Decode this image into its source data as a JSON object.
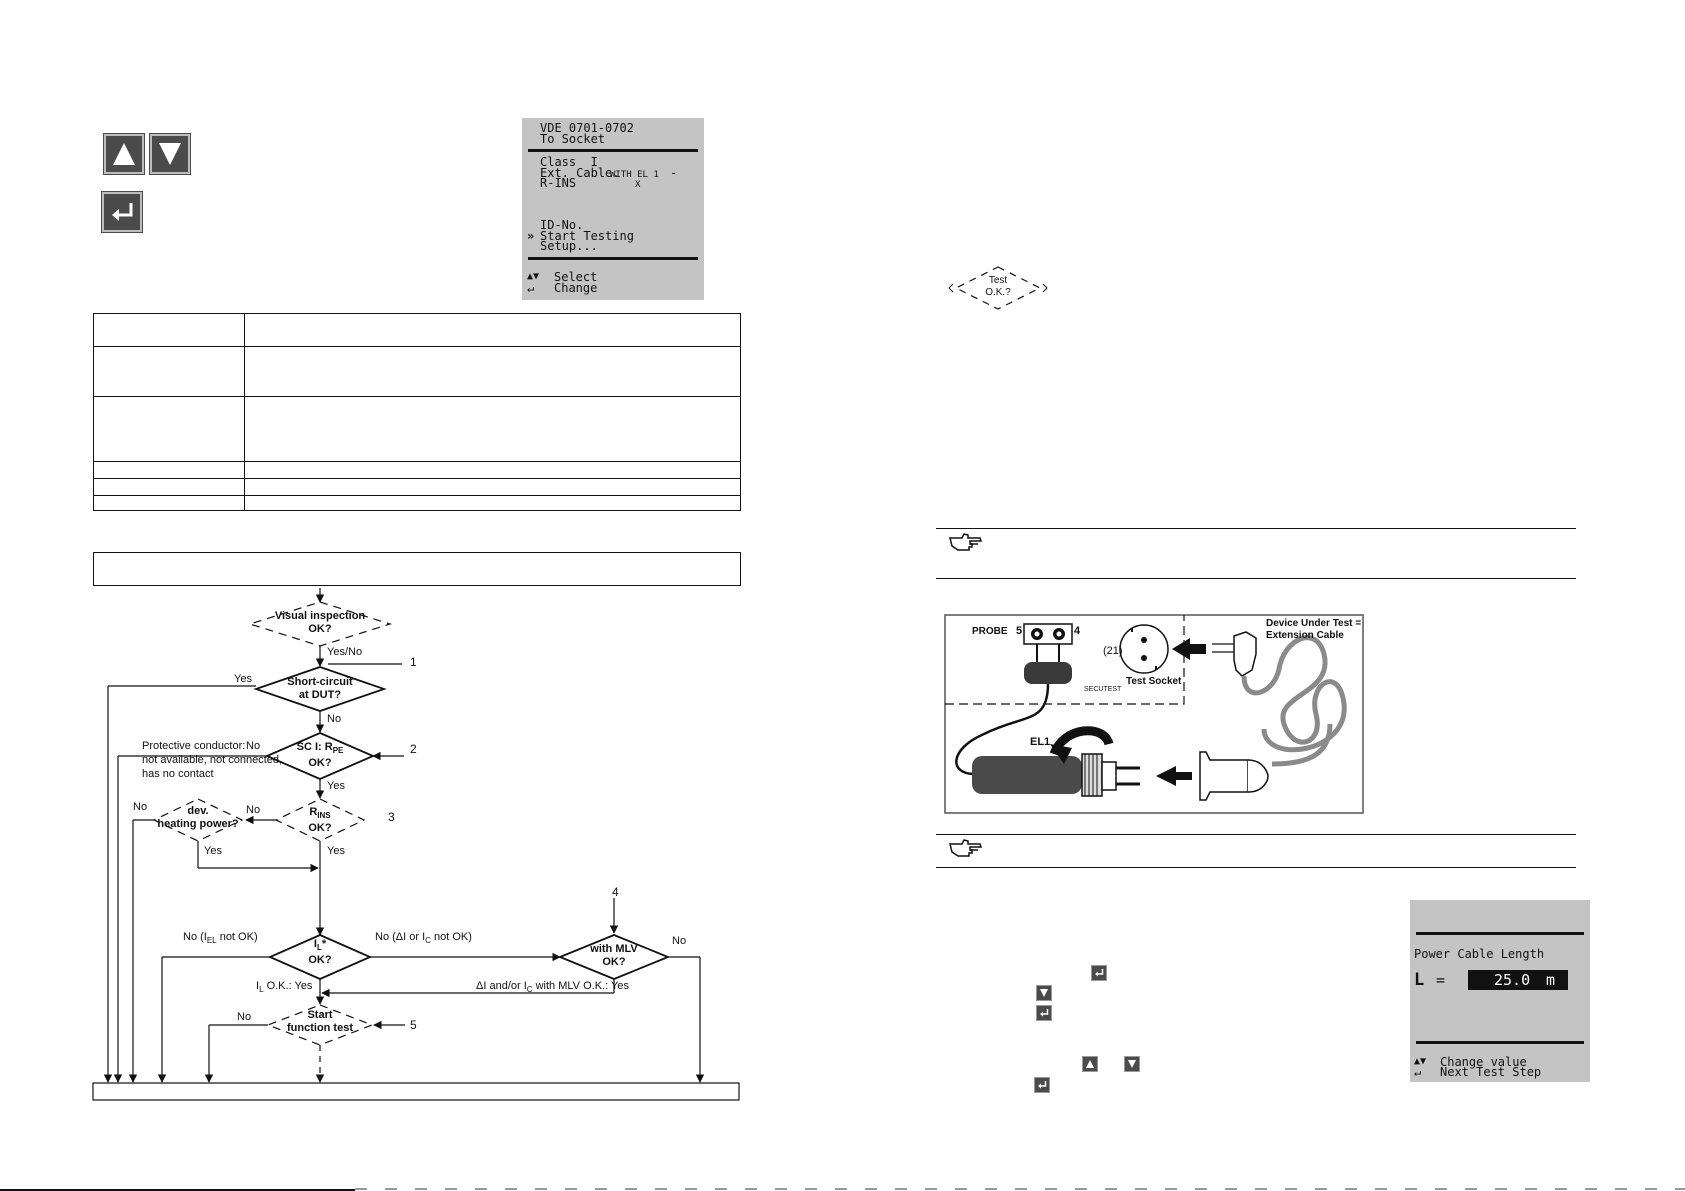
{
  "lcd_top": {
    "line1": "VDE 0701-0702",
    "line2": "To Socket",
    "line3": "Class  I",
    "line4_a": "Ext. Cable.",
    "line4_b": "WITH EL 1",
    "line4_c": "-",
    "line5_a": "R-INS",
    "line5_b": "X",
    "line6": "ID-No.",
    "line7_marker": "»",
    "line7": "Start Testing",
    "line8": "Setup...",
    "footer1_sym": "▲▼",
    "footer1": "Select",
    "footer2_sym": "↵",
    "footer2": "Change"
  },
  "flowchart": {
    "visual": "Visual inspection\nOK?",
    "yesno": "Yes/No",
    "n1": "1",
    "short": "Short-circuit\nat DUT?",
    "yes1": "Yes",
    "no1": "No",
    "scl_a": "SC I: R",
    "scl_sub": "PE",
    "scl_b": "OK?",
    "n2": "2",
    "pc_label": "Protective conductor:",
    "pc_no": "No",
    "pc_line2": "not available, not connected,",
    "pc_line3": "has no contact",
    "yes2": "Yes",
    "dev": "dev.\nheating power?",
    "no_left": "No",
    "no_dev": "No",
    "rins_a": "R",
    "rins_sub": "INS",
    "rins_b": "OK?",
    "n3": "3",
    "yes_dev": "Yes",
    "yes_rins": "Yes",
    "n4": "4",
    "il_a": "I",
    "il_sub": "L",
    "il_b": "*\nOK?",
    "no_il_left": "No (I",
    "no_il_left_sub": "EL",
    "no_il_left_end": " not OK)",
    "no_il_right": "No (ΔI or I",
    "no_il_right_sub": "C",
    "no_il_right_end": " not OK)",
    "mlv": "with MLV\nOK?",
    "no_mlv": "No",
    "il_ok_a": "I",
    "il_ok_sub": "L",
    "il_ok_b": " O.K.: Yes",
    "mlv_ok_a": "ΔI and/or I",
    "mlv_ok_sub": "C",
    "mlv_ok_b": " with MLV O.K.: Yes",
    "no_func": "No",
    "func": "Start\nfunction test",
    "n5": "5"
  },
  "test_ok": "Test\nO.K.?",
  "diagram": {
    "probe": "PROBE",
    "p5": "5",
    "p4": "4",
    "n21": "(21)",
    "secutest": "SECUTEST",
    "socket": "Test Socket",
    "dut": "Device Under Test =\nExtension Cable",
    "el1": "EL1"
  },
  "lcd_bottom": {
    "title": "Power Cable Length",
    "l_label": "L",
    "eq": "=",
    "value": "25.0",
    "unit": "m",
    "footer1_sym": "▲▼",
    "footer1": "Change value",
    "footer2_sym": "↵",
    "footer2": "Next Test Step"
  }
}
